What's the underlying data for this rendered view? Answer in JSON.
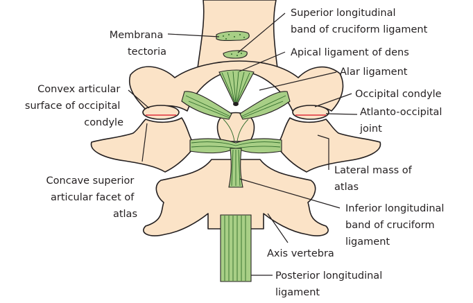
{
  "colors": {
    "bone": "#fbe3c7",
    "ligament": "#a8cf86",
    "ligament_dark": "#2f6b2a",
    "joint_line": "#e0303a",
    "outline": "#231f20"
  },
  "labels": {
    "membrana_tectoria": [
      "Membrana",
      "tectoria"
    ],
    "superior_band": [
      "Superior longitudinal",
      "band of cruciform ligament"
    ],
    "apical_ligament": [
      "Apical ligament of dens"
    ],
    "alar_ligament": [
      "Alar ligament"
    ],
    "occipital_condyle": [
      "Occipital condyle"
    ],
    "atlanto_occipital_joint": [
      "Atlanto-occipital",
      "joint"
    ],
    "convex_surface": [
      "Convex articular",
      "surface of occipital",
      "condyle"
    ],
    "lateral_mass": [
      "Lateral mass of",
      "atlas"
    ],
    "concave_facet": [
      "Concave superior",
      "articular facet of",
      "atlas"
    ],
    "inferior_band": [
      "Inferior longitudinal",
      "band of cruciform",
      "ligament"
    ],
    "axis_vertebra": [
      "Axis vertebra"
    ],
    "posterior_ligament": [
      "Posterior longitudinal",
      "ligament"
    ]
  }
}
